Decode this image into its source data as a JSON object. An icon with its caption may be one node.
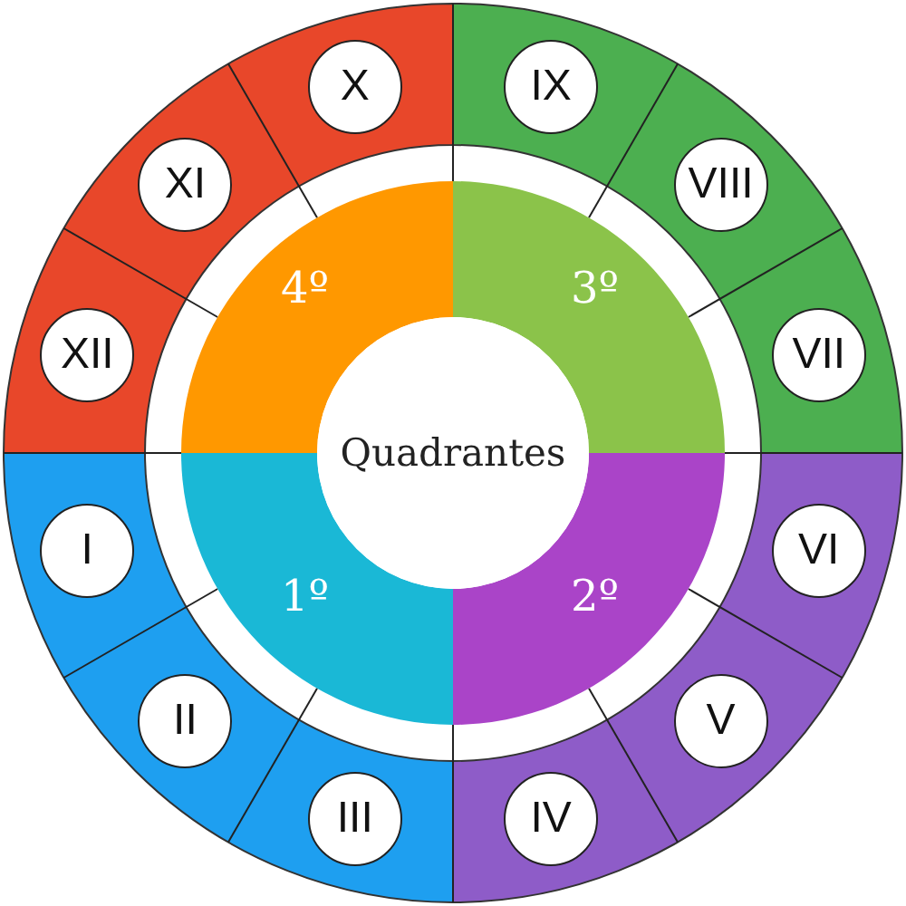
{
  "diagram": {
    "nodes": [
      {
        "text": [
          "X"
        ]
      },
      {
        "text": [
          "IX"
        ]
      },
      {
        "text": [
          "XI"
        ]
      },
      {
        "text": [
          "VIII"
        ]
      },
      {
        "text": [
          "4º"
        ]
      },
      {
        "text": [
          "3º"
        ]
      },
      {
        "text": [
          "XII"
        ]
      },
      {
        "text": [
          "VII"
        ]
      },
      {
        "text": [
          "Quadrantes"
        ]
      },
      {
        "text": [
          "I"
        ]
      },
      {
        "text": [
          "VI"
        ]
      },
      {
        "text": [
          "1º"
        ]
      },
      {
        "text": [
          "2º"
        ]
      },
      {
        "text": [
          "II"
        ]
      },
      {
        "text": [
          "V"
        ]
      },
      {
        "text": [
          "III"
        ]
      },
      {
        "text": [
          "IV"
        ]
      }
    ]
  }
}
